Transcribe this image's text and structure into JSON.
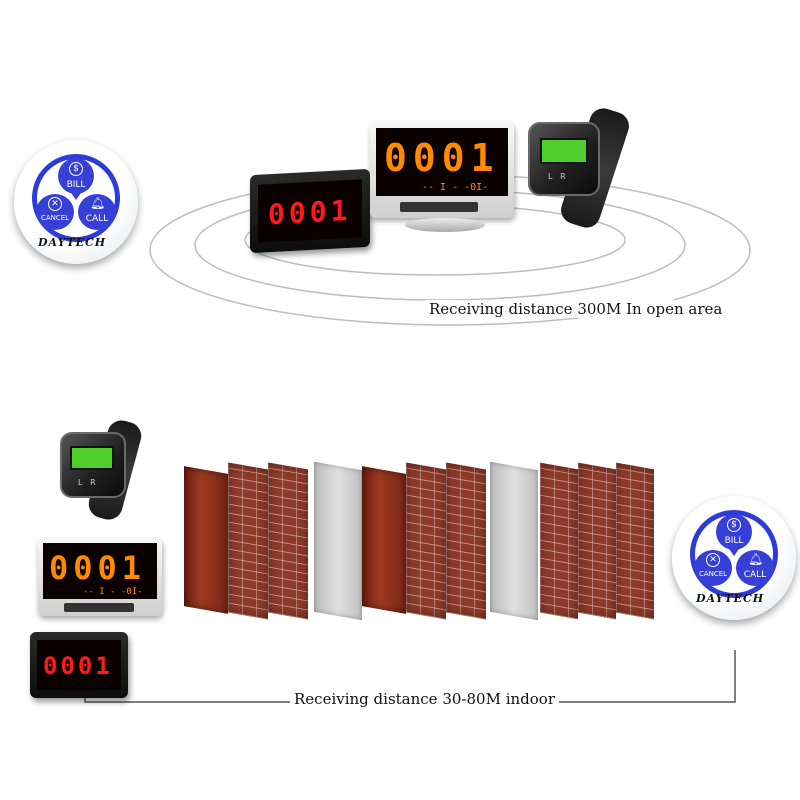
{
  "top": {
    "caption": "Receiving distance 300M In open area",
    "panel_digits": "0001",
    "monitor_digits": "0001",
    "monitor_sub": "-- I - -0I-",
    "button": {
      "bill": "BILL",
      "cancel": "CANCEL",
      "call": "CALL",
      "brand": "DAYTECH"
    }
  },
  "bottom": {
    "caption": "Receiving distance 30-80M indoor",
    "monitor_digits": "0001",
    "monitor_sub": "-- I - -0I-",
    "panel_digits": "0001",
    "button": {
      "bill": "BILL",
      "cancel": "CANCEL",
      "call": "CALL",
      "brand": "DAYTECH"
    }
  },
  "colors": {
    "button_blue": "#3740d6",
    "digit_red": "#ff1a1a",
    "digit_orange": "#ff8a00",
    "watch_green": "#4ecf2a",
    "brick": "#8d3a2a"
  }
}
